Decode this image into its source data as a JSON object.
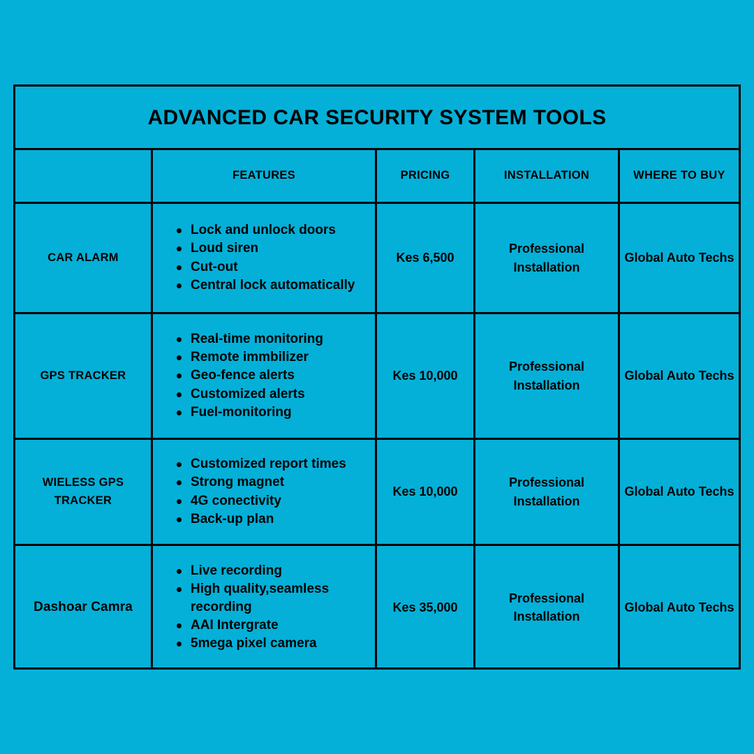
{
  "poster": {
    "background_color": "#04b0d8",
    "text_color": "#000000",
    "title": "ADVANCED CAR SECURITY SYSTEM TOOLS"
  },
  "table": {
    "columns": [
      {
        "key": "name",
        "label": ""
      },
      {
        "key": "features",
        "label": "FEATURES"
      },
      {
        "key": "pricing",
        "label": "PRICING"
      },
      {
        "key": "installation",
        "label": "INSTALLATION"
      },
      {
        "key": "where_to_buy",
        "label": "WHERE TO BUY"
      }
    ],
    "rows": [
      {
        "name": "CAR ALARM",
        "features": [
          "Lock and unlock doors",
          "Loud siren",
          "Cut-out",
          "Central lock automatically"
        ],
        "pricing": "Kes 6,500",
        "installation": "Professional Installation",
        "where_to_buy": "Global Auto Techs"
      },
      {
        "name": "GPS TRACKER",
        "features": [
          "Real-time monitoring",
          "Remote immbilizer",
          "Geo-fence alerts",
          "Customized alerts",
          "Fuel-monitoring"
        ],
        "pricing": "Kes 10,000",
        "installation": "Professional Installation",
        "where_to_buy": "Global Auto Techs"
      },
      {
        "name": "WIELESS GPS TRACKER",
        "features": [
          "Customized report times",
          "Strong magnet",
          "4G conectivity",
          "Back-up plan"
        ],
        "pricing": "Kes 10,000",
        "installation": "Professional Installation",
        "where_to_buy": "Global Auto Techs"
      },
      {
        "name": "Dashoar Camra",
        "features": [
          "Live recording",
          "High quality,seamless recording",
          "AAI Intergrate",
          "5mega pixel camera"
        ],
        "pricing": "Kes 35,000",
        "installation": "Professional Installation",
        "where_to_buy": "Global Auto Techs"
      }
    ]
  }
}
